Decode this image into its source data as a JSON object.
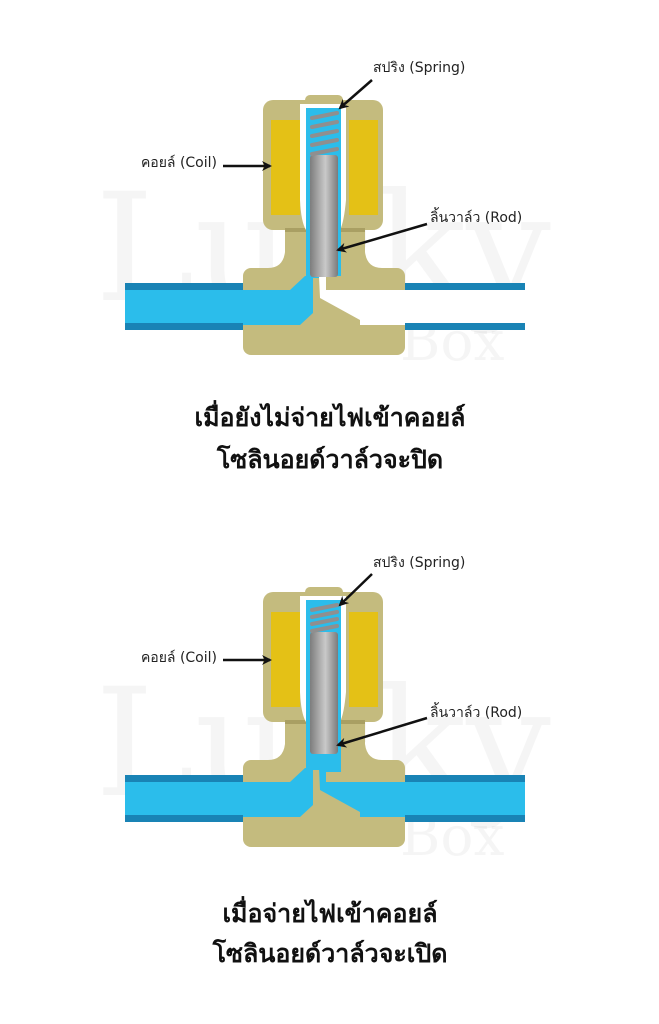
{
  "watermark": {
    "line1": "Lucky",
    "line2": "Box"
  },
  "colors": {
    "body": "#c4bb7e",
    "body_dark": "#a99f63",
    "coil": "#e4c116",
    "fluid": "#2bbdeb",
    "pipe_edge": "#1983b5",
    "rod": "#9a9a9a"
  },
  "diagrams": [
    {
      "state": "closed",
      "labels": {
        "spring": "สปริง (Spring)",
        "coil": "คอยล์ (Coil)",
        "rod": "ลิ้นวาล์ว (Rod)"
      },
      "caption": [
        "เมื่อยังไม่จ่ายไฟเข้าคอยล์",
        "โซลินอยด์วาล์วจะปิด"
      ]
    },
    {
      "state": "open",
      "labels": {
        "spring": "สปริง (Spring)",
        "coil": "คอยล์ (Coil)",
        "rod": "ลิ้นวาล์ว (Rod)"
      },
      "caption": [
        "เมื่อจ่ายไฟเข้าคอยล์",
        "โซลินอยด์วาล์วจะเปิด"
      ]
    }
  ]
}
